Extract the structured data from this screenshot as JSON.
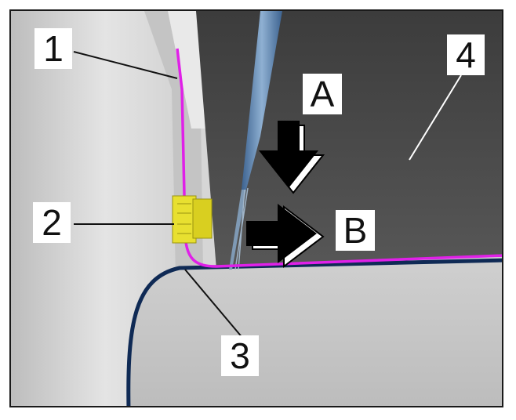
{
  "callouts": {
    "c1": "1",
    "c2": "2",
    "c3": "3",
    "c4": "4",
    "cA": "A",
    "cB": "B"
  },
  "colors": {
    "magenta_line": "#e020e8",
    "navy_seal": "#0f2a55",
    "clip_yellow": "#e8e030",
    "dark_panel": "#4a4a4a",
    "tool_blue": "#5a7fa8"
  }
}
